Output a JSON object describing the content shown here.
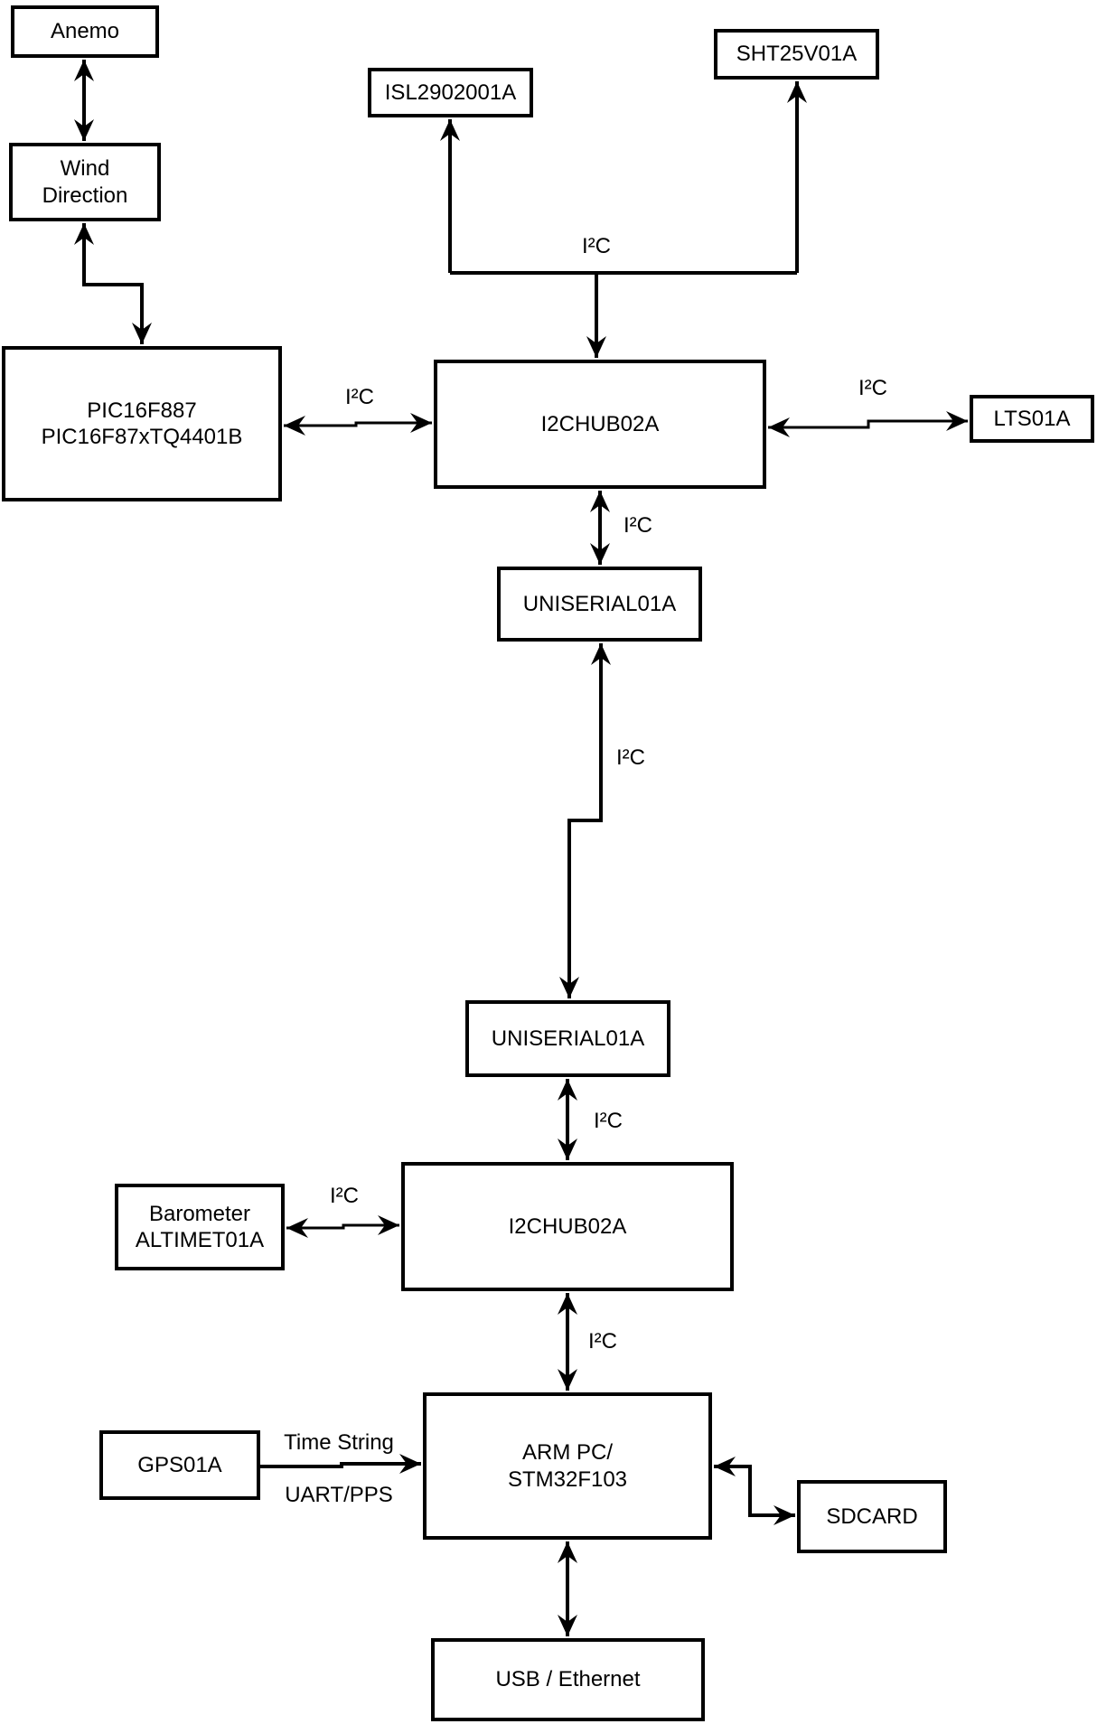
{
  "diagram": {
    "background_color": "#ffffff",
    "line_color": "#000000",
    "boxes": {
      "anemo": {
        "label": "Anemo"
      },
      "wind_direction": {
        "label": "Wind\nDirection"
      },
      "pic": {
        "label": "PIC16F887\nPIC16F87xTQ4401B"
      },
      "isl": {
        "label": "ISL2902001A"
      },
      "sht": {
        "label": "SHT25V01A"
      },
      "i2chub_top": {
        "label": "I2CHUB02A"
      },
      "lts": {
        "label": "LTS01A"
      },
      "uniserial_top": {
        "label": "UNISERIAL01A"
      },
      "uniserial_bottom": {
        "label": "UNISERIAL01A"
      },
      "i2chub_bottom": {
        "label": "I2CHUB02A"
      },
      "barometer": {
        "label": "Barometer\nALTIMET01A"
      },
      "gps": {
        "label": "GPS01A"
      },
      "arm_pc": {
        "label": "ARM PC/\nSTM32F103"
      },
      "sdcard": {
        "label": "SDCARD"
      },
      "usb_ethernet": {
        "label": "USB / Ethernet"
      }
    },
    "edge_labels": {
      "bus_top": "I²C",
      "pic_hub": "I²C",
      "hub_lts": "I²C",
      "hub_uniserial": "I²C",
      "uniserial_link": "I²C",
      "uniserial_hub2": "I²C",
      "barometer_hub2": "I²C",
      "hub2_armpc": "I²C",
      "gps_time": "Time String",
      "gps_uart": "UART/PPS"
    }
  }
}
